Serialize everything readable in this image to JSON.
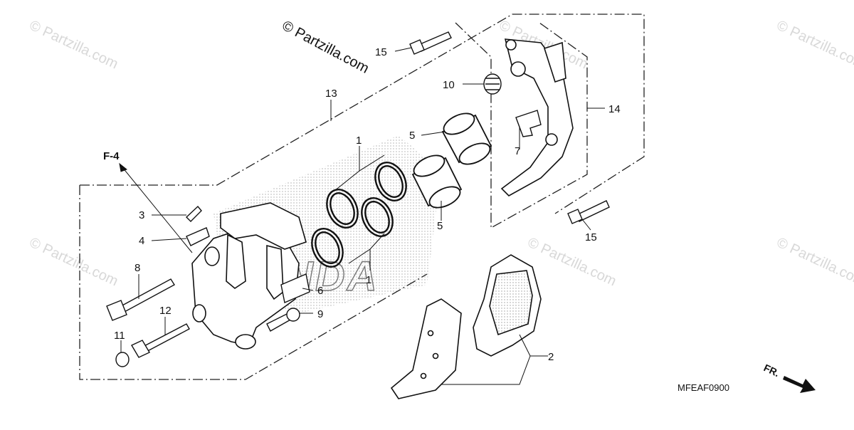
{
  "diagram": {
    "watermarks": [
      "© Partzilla.com",
      "© Partzilla.com",
      "© Partzilla.com",
      "© Partzilla.com",
      "© Partzilla.com",
      "© Partzilla.com"
    ],
    "brand_watermark": "HONDA",
    "figure_code": "MFEAF0900",
    "ref_label": "F-4",
    "direction_label": "FR.",
    "callouts": {
      "c1a": "1",
      "c1b": "1",
      "c2": "2",
      "c3": "3",
      "c4": "4",
      "c5a": "5",
      "c5b": "5",
      "c6": "6",
      "c7": "7",
      "c8": "8",
      "c9": "9",
      "c10": "10",
      "c11": "11",
      "c12": "12",
      "c13": "13",
      "c14": "14",
      "c15a": "15",
      "c15b": "15"
    }
  }
}
